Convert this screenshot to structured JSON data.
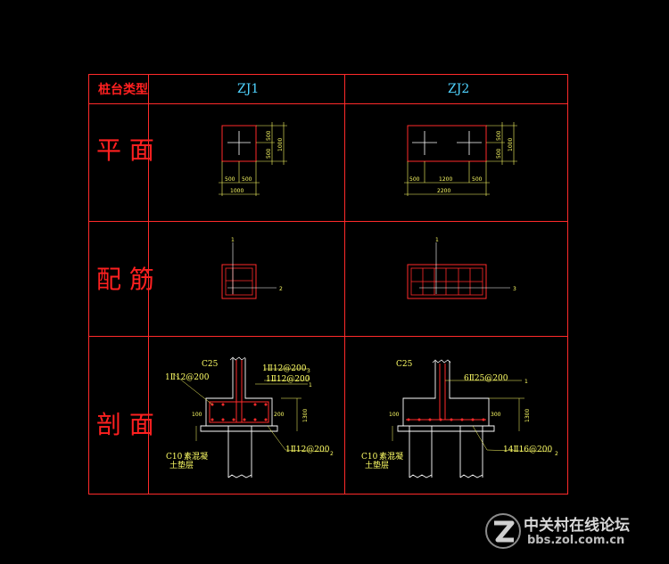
{
  "table": {
    "header_label": "桩台类型",
    "col1": "ZJ1",
    "col2": "ZJ2",
    "rows": [
      "平 面",
      "配 筋",
      "剖 面"
    ]
  },
  "zj1": {
    "plan": {
      "dim_side1": "500",
      "dim_side2": "500",
      "dim_total": "1000",
      "dim_v1": "500",
      "dim_v2": "500",
      "dim_vtotal": "1000"
    },
    "rebar": {
      "tag_top": "1",
      "tag_right": "2"
    },
    "section": {
      "concrete": "C25",
      "bar_top": "1Ⅱ12@200",
      "bar_side": "1Ⅱ12@200",
      "bar_right": "1Ⅱ12@200",
      "bar_bottom": "1Ⅱ12@200",
      "cover": "100",
      "height": "1300",
      "mark_a": "3",
      "mark_b": "1",
      "mark_c": "1",
      "mark_d": "2",
      "base1": "C10",
      "base2": "素混凝",
      "base3": "土垫层",
      "side_note": "200"
    }
  },
  "zj2": {
    "plan": {
      "dim_left": "500",
      "dim_mid": "1200",
      "dim_right": "500",
      "dim_total": "2200",
      "dim_v1": "500",
      "dim_v2": "500",
      "dim_vtotal": "1000"
    },
    "rebar": {
      "tag_top": "1",
      "tag_right": "3"
    },
    "section": {
      "concrete": "C25",
      "bar_top": "6Ⅱ25@200",
      "bar_bottom": "14Ⅱ16@200",
      "cover": "100",
      "height": "1300",
      "mark_a": "1",
      "mark_b": "2",
      "side_note": "300",
      "base1": "C10",
      "base2": "素混凝",
      "base3": "土垫层"
    }
  },
  "watermark": {
    "line1": "中关村在线论坛",
    "line2": "bbs.zol.com.cn"
  },
  "colors": {
    "grid": "#ff2a2a",
    "label": "#ff2020",
    "header": "#4fd3ff",
    "dimension": "#ffff66",
    "linework": "#ffffff"
  }
}
